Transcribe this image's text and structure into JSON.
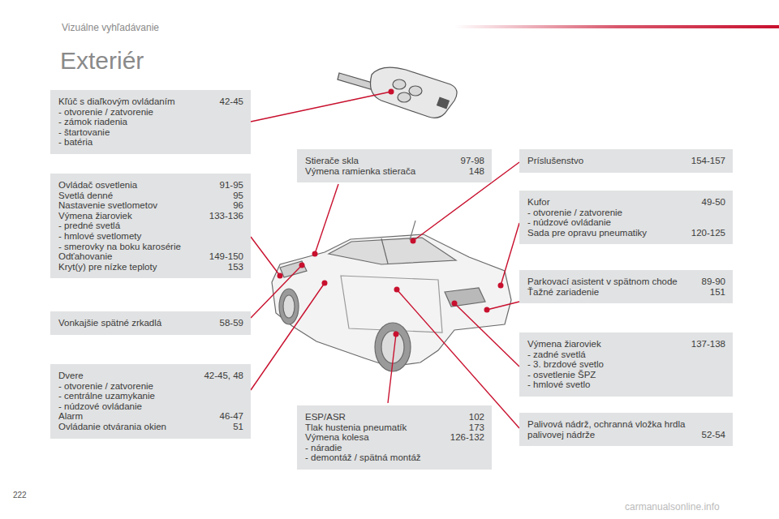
{
  "diagram": {
    "title": "Exteriér",
    "nodes": [
      {
        "text": [
          "Kľúč s diaľkovým ovládaním",
          "42-45",
          "- otvorenie / zatvorenie",
          "- zámok riadenia",
          "- štartovanie",
          "- batéria"
        ]
      },
      {
        "text": [
          "Ovládač osvetlenia",
          "91-95",
          "Svetlá denné",
          "95",
          "Nastavenie svetlometov",
          "96",
          "Výmena žiaroviek",
          "133-136",
          "- predné svetlá",
          "- hmlové svetlomety",
          "- smerovky na boku karosérie",
          "Odťahovanie",
          "149-150",
          "Kryt(y) pre nízke teploty",
          "153"
        ]
      },
      {
        "text": [
          "Vonkajšie spätné zrkadlá",
          "58-59"
        ]
      },
      {
        "text": [
          "Dvere",
          "42-45, 48",
          "- otvorenie / zatvorenie",
          "- centrálne uzamykanie",
          "- núdzové ovládanie",
          "Alarm",
          "46-47",
          "Ovládanie otvárania okien",
          "51"
        ]
      },
      {
        "text": [
          "Stierače skla",
          "97-98",
          "Výmena ramienka stierača",
          "148"
        ]
      },
      {
        "text": [
          "ESP/ASR",
          "102",
          "Tlak hustenia pneumatík",
          "173",
          "Výmena kolesa",
          "126-132",
          "- náradie",
          "- demontáž / spätná montáž"
        ]
      },
      {
        "text": [
          "Príslušenstvo",
          "154-157"
        ]
      },
      {
        "text": [
          "Kufor",
          "49-50",
          "- otvorenie / zatvorenie",
          "- núdzové ovládanie",
          "Sada pre opravu pneumatiky",
          "120-125"
        ]
      },
      {
        "text": [
          "Parkovací asistent v spätnom chode",
          "89-90",
          "Ťažné zariadenie",
          "151"
        ]
      },
      {
        "text": [
          "Výmena žiaroviek",
          "137-138",
          "- zadné svetlá",
          "- 3. brzdové svetlo",
          "- osvetlenie ŠPZ",
          "- hmlové svetlo"
        ]
      },
      {
        "text": [
          "Palivová nádrž, ochranná vložka hrdla palivovej nádrže",
          "52-54"
        ]
      }
    ],
    "labels": [
      "Vizuálne vyhľadávanie",
      "222",
      "carmanualsonline.info"
    ]
  }
}
